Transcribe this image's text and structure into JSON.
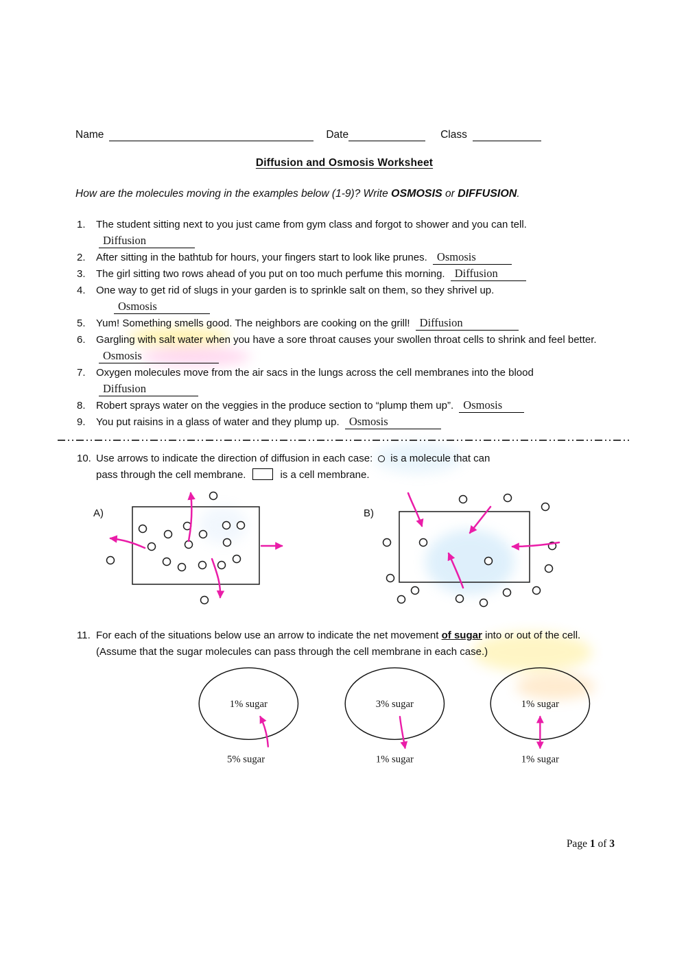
{
  "header": {
    "name_label": "Name",
    "date_label": "Date",
    "class_label": "Class"
  },
  "title": "Diffusion and Osmosis Worksheet",
  "instruction": {
    "pre": "How are the molecules moving in the examples below (1-9)?  Write ",
    "term1": "OSMOSIS",
    "mid": " or ",
    "term2": "DIFFUSION",
    "end": "."
  },
  "questions": [
    {
      "num": "1.",
      "text": "The student sitting next to you just came from gym class and forgot to shower and you can tell.",
      "answer": "Diffusion"
    },
    {
      "num": "2.",
      "text": "After sitting in the bathtub for hours, your fingers start to look like prunes.",
      "answer": "Osmosis"
    },
    {
      "num": "3.",
      "text": "The girl sitting two rows ahead of you put on too much perfume this morning.",
      "answer": "Diffusion"
    },
    {
      "num": "4.",
      "text": "One way to get rid of slugs in your garden is to sprinkle salt on them, so they shrivel up.",
      "answer": "Osmosis"
    },
    {
      "num": "5.",
      "text": "Yum! Something smells good. The neighbors are cooking on the grill!",
      "answer": "Diffusion"
    },
    {
      "num": "6.",
      "text": "Gargling with salt water when you have a sore throat causes your swollen throat cells to shrink and feel better.",
      "answer": "Osmosis"
    },
    {
      "num": "7.",
      "text": "Oxygen molecules move from the air sacs in the lungs across the cell membranes into the blood",
      "answer": "Diffusion"
    },
    {
      "num": "8.",
      "text": "Robert sprays water on the veggies in the produce section to “plump them up”.",
      "answer": "Osmosis"
    },
    {
      "num": "9.",
      "text": "You put raisins in a glass of water and they plump up.",
      "answer": "Osmosis"
    }
  ],
  "q10": {
    "num": "10.",
    "line1_pre": "Use arrows to indicate the direction of diffusion in each case:",
    "line1_post": "is a molecule that can",
    "line2_pre": "pass through the cell membrane.",
    "line2_post": "is a cell membrane.",
    "label_a": "A)",
    "label_b": "B)"
  },
  "q11": {
    "num": "11.",
    "pre": "For each of the situations below use an arrow to indicate the net movement ",
    "bold": "of sugar",
    "post": " into or out of the cell.  (Assume that the sugar molecules can pass through the cell membrane in each case.)",
    "cells": [
      {
        "inside": "1% sugar",
        "outside": "5% sugar",
        "arrow": "up"
      },
      {
        "inside": "3% sugar",
        "outside": "1% sugar",
        "arrow": "down"
      },
      {
        "inside": "1% sugar",
        "outside": "1% sugar",
        "arrow": "both"
      }
    ]
  },
  "footer": {
    "pre": "Page ",
    "page": "1",
    "mid": " of ",
    "total": "3"
  },
  "colors": {
    "arrow_ink": "#ea1da8",
    "handwriting_ink": "#1a1a1a"
  }
}
